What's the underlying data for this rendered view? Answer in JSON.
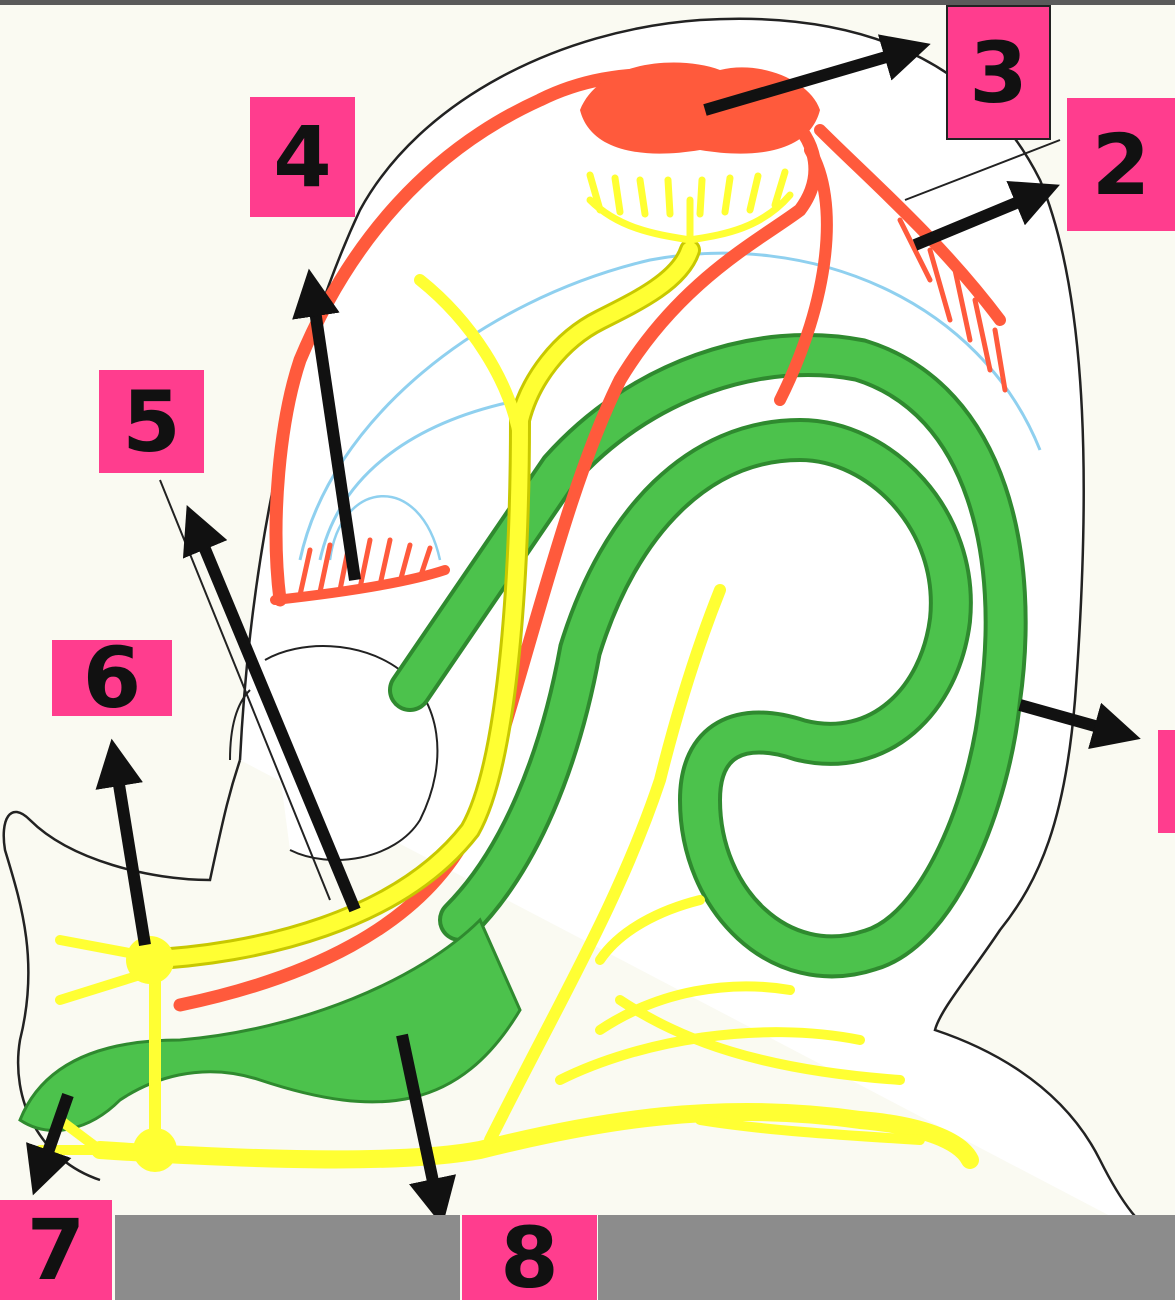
{
  "colors": {
    "label_bg": "#ff3d8e",
    "label_text": "#111111",
    "arrow": "#111111",
    "outline": "#222222",
    "red_vessels": "#ff5a3c",
    "yellow_nerves": "#ffff33",
    "green_gut": "#4cc24c",
    "blue_line": "#8fd0ef",
    "bottom_bar": "#8c8c8c"
  },
  "labels": {
    "l2": "2",
    "l3": "3",
    "l4": "4",
    "l5": "5",
    "l6": "6",
    "l7": "7",
    "l8": "8",
    "l1": ""
  }
}
